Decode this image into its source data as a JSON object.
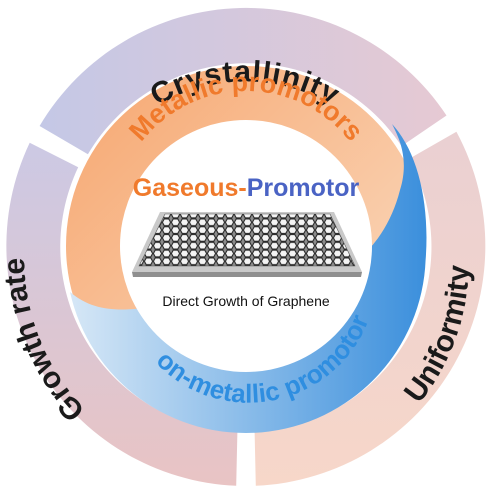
{
  "outer_ring": {
    "top_label": "Crystallinity",
    "left_label": "Growth rate",
    "right_label": "Uniformity"
  },
  "inner_ring": {
    "upper_label": "Metallic promotors",
    "lower_label": "Non-metallic promotors"
  },
  "center": {
    "title_part1": "Gaseous-",
    "title_part2": "Promotor",
    "caption": "Direct Growth of Graphene"
  },
  "colors": {
    "crystallinity_segment": "#c9c8e3",
    "growth_rate_segment": "#d8c3cd",
    "uniformity_segment": "#f2d3cb",
    "metallic_ring": "#f6b07f",
    "non_metallic_ring": "#5ea2dd",
    "metallic_text": "#f07a2c",
    "non_metallic_text": "#2f8ee0",
    "title_part1": "#f07a2c",
    "title_part2": "#4a63c4"
  }
}
